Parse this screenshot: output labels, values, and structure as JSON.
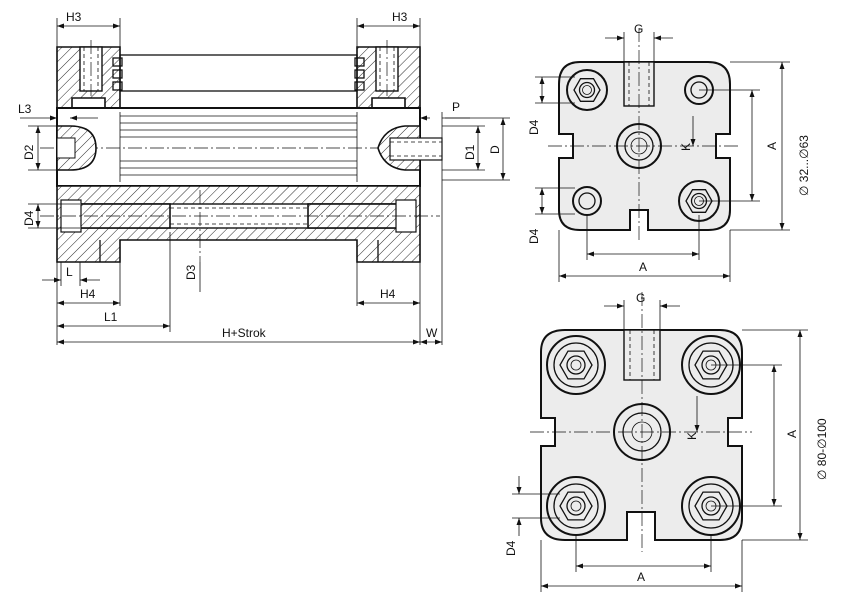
{
  "side_view": {
    "labels": {
      "h3_left": "H3",
      "h3_right": "H3",
      "l3": "L3",
      "p": "P",
      "d2": "D2",
      "d1": "D1",
      "d": "D",
      "d4": "D4",
      "d3": "D3",
      "l": "L",
      "h4_left": "H4",
      "h4_right": "H4",
      "l1": "L1",
      "h_stroke": "H+Strok",
      "w": "W"
    }
  },
  "top_view": {
    "labels": {
      "g": "G",
      "d4_top": "D4",
      "d4_bottom": "D4",
      "k": "K",
      "a_vertical": "A",
      "a_horizontal": "A",
      "diameter_range": "∅ 32...∅63"
    }
  },
  "bottom_view": {
    "labels": {
      "g": "G",
      "k": "K",
      "a_vertical": "A",
      "a_horizontal": "A",
      "d4": "D4",
      "diameter_range": "∅ 80-∅100"
    }
  }
}
